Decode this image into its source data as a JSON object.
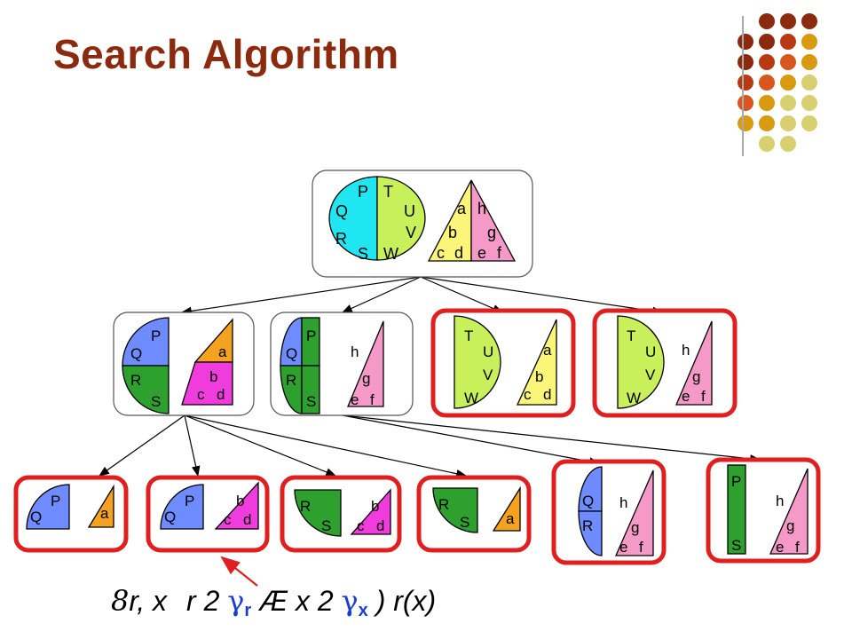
{
  "title": "Search Algorithm",
  "formula": {
    "q1": "8",
    "t1": "r, x",
    "t2": "r 2 ",
    "g1": "γ",
    "s1": "r",
    "t3": " Æ x 2 ",
    "g2": "γ",
    "s2": "x",
    "t4": " ) r(x)"
  },
  "colors": {
    "title": "#8b2a0e",
    "cyan": "#1fe6f0",
    "lime": "#c8f05a",
    "yellow": "#fbf57a",
    "pink": "#f59ac8",
    "blue": "#6e8cff",
    "green": "#2ea02e",
    "orange": "#f5a21e",
    "magenta": "#f03cdc",
    "highlight": "#e02020"
  },
  "nodes": {
    "root": {
      "shape1": [
        "P",
        "Q",
        "R",
        "S",
        "T",
        "U",
        "V",
        "W"
      ],
      "shape2": [
        "a",
        "h",
        "b",
        "g",
        "c",
        "d",
        "e",
        "f"
      ]
    },
    "n1": {
      "shape1": [
        "P",
        "Q",
        "R",
        "S"
      ],
      "shape2": [
        "a",
        "b",
        "c",
        "d"
      ]
    },
    "n2": {
      "shape1": [
        "P",
        "Q",
        "R",
        "S"
      ],
      "shape2": [
        "h",
        "g",
        "e",
        "f"
      ]
    },
    "n3": {
      "shape1": [
        "T",
        "U",
        "V",
        "W"
      ],
      "shape2": [
        "a",
        "b",
        "c",
        "d"
      ]
    },
    "n4": {
      "shape1": [
        "T",
        "U",
        "V",
        "W"
      ],
      "shape2": [
        "h",
        "g",
        "e",
        "f"
      ]
    },
    "l1": {
      "shape1": [
        "P",
        "Q"
      ],
      "shape2": [
        "a"
      ]
    },
    "l2": {
      "shape1": [
        "P",
        "Q"
      ],
      "shape2": [
        "b",
        "c",
        "d"
      ]
    },
    "l3": {
      "shape1": [
        "R",
        "S"
      ],
      "shape2": [
        "b",
        "c",
        "d"
      ]
    },
    "l4": {
      "shape1": [
        "R",
        "S"
      ],
      "shape2": [
        "a"
      ]
    },
    "l5": {
      "shape1": [
        "Q",
        "R"
      ],
      "shape2": [
        "h",
        "g",
        "e",
        "f"
      ]
    },
    "l6": {
      "shape1": [
        "P",
        "S"
      ],
      "shape2": [
        "h",
        "g",
        "e",
        "f"
      ]
    }
  }
}
